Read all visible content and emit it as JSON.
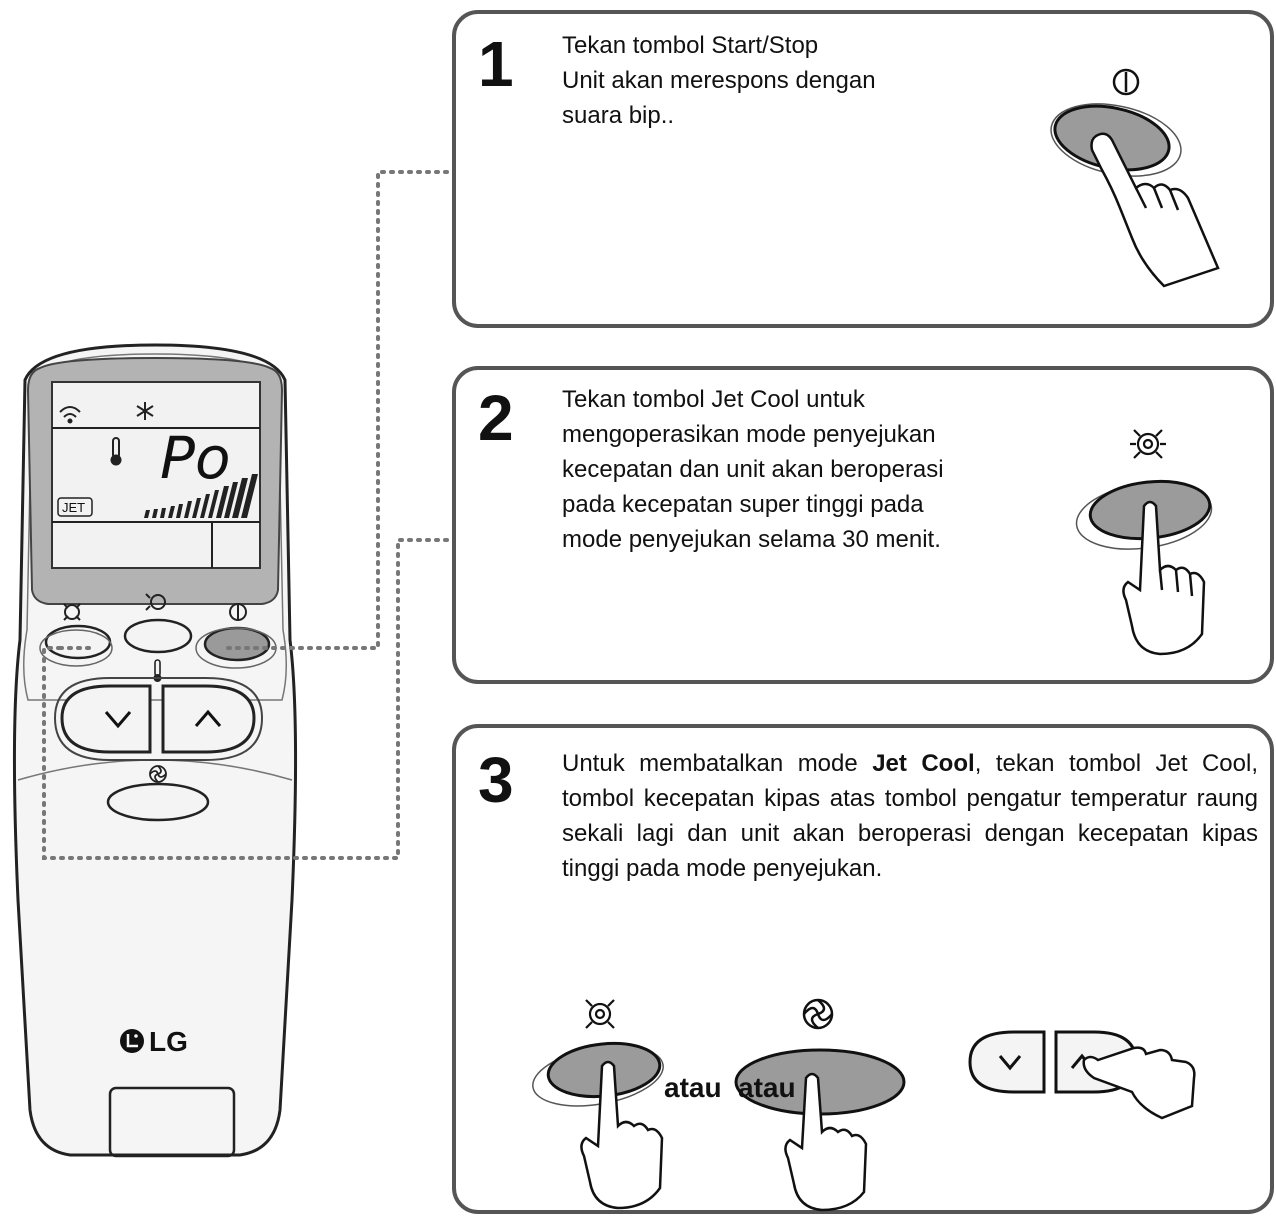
{
  "steps": [
    {
      "number": "1",
      "lines": [
        "Tekan tombol Start/Stop",
        "Unit akan merespons dengan",
        "suara bip.."
      ]
    },
    {
      "number": "2",
      "lines": [
        "Tekan tombol Jet Cool untuk",
        "mengoperasikan mode penyejukan",
        "kecepatan dan unit akan beroperasi",
        "pada kecepatan super tinggi pada",
        "mode penyejukan selama 30 menit."
      ]
    },
    {
      "number": "3",
      "text_before": "Untuk membatalkan mode ",
      "text_bold": "Jet Cool",
      "text_after": ", tekan tombol Jet Cool, tombol kecepatan kipas atas tombol pengatur temperatur raung sekali lagi dan unit akan beroperasi dengan kecepatan kipas tinggi pada mode penyejukan.",
      "or_label_1": "atau",
      "or_label_2": "atau"
    }
  ],
  "remote": {
    "display_text": "Po",
    "jet_label": "JET",
    "brand": "LG"
  },
  "icons": [
    "power-icon",
    "jet-cool-icon",
    "fan-speed-icon",
    "thermometer-icon",
    "snowflake-icon",
    "signal-icon",
    "swing-icon",
    "chevron-down-icon",
    "chevron-up-icon",
    "hand-pointer-icon"
  ]
}
